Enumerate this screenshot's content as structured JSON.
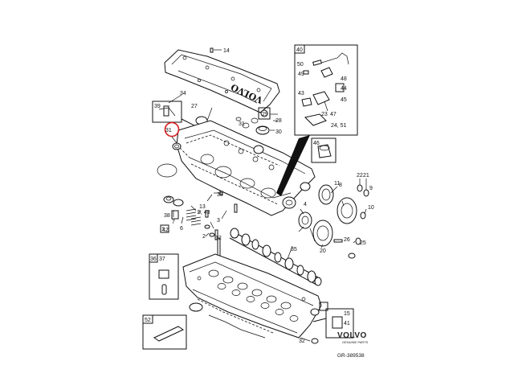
{
  "part_numbers": [
    "14",
    "34",
    "39",
    "27",
    "29",
    "28",
    "30",
    "31",
    "31",
    "40",
    "50",
    "49",
    "48",
    "44",
    "43",
    "45",
    "23",
    "47",
    "24, 51",
    "46",
    "22",
    "21",
    "11",
    "8",
    "9",
    "10",
    "1",
    "38",
    "7",
    "6",
    "5, 43",
    "42",
    "13",
    "3",
    "33",
    "12",
    "2",
    "4",
    "26",
    "20",
    "25",
    "35",
    "36",
    "37",
    "52",
    "41",
    "32",
    "15"
  ],
  "labels": {
    "cover_lettering": "VOLVO",
    "brand": "VOLVO",
    "brand_sub": "GENUINE PARTS",
    "reference": "GR-389538"
  },
  "highlight_color": "#d81f1f"
}
